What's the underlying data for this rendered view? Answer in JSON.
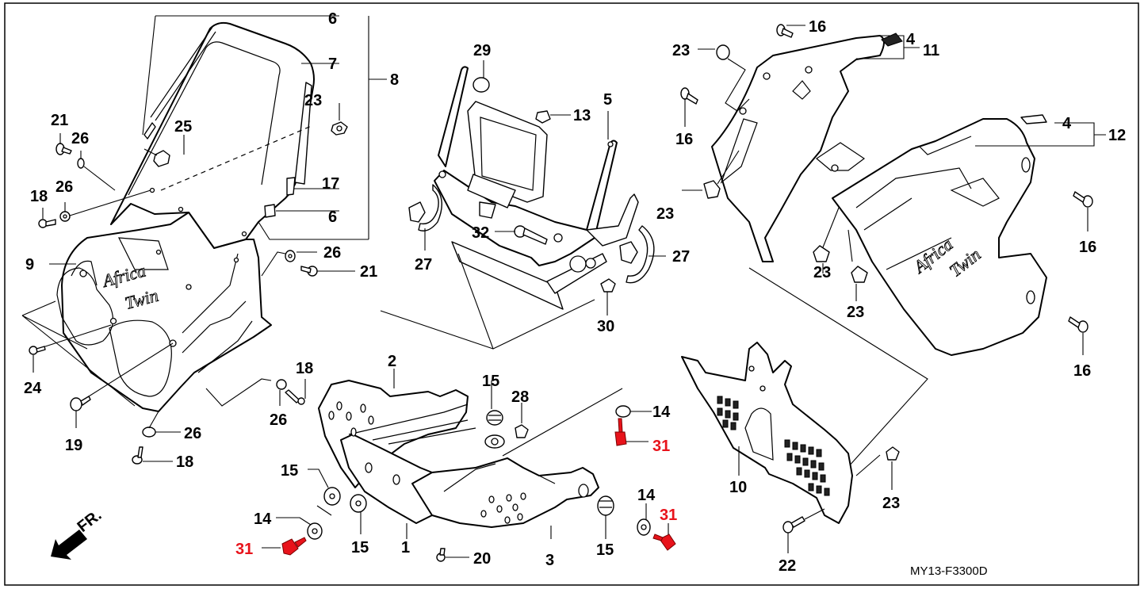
{
  "diagram": {
    "title": "Honda Africa Twin cowl / fairing exploded parts diagram",
    "drawing_code": "MY13-F3300D",
    "direction_indicator": "FR.",
    "logo_text_line1": "Africa",
    "logo_text_line2": "Twin",
    "highlight_color": "#e8131b",
    "line_color": "#000000",
    "background": "#ffffff"
  },
  "callouts": [
    {
      "id": "c6a",
      "label": "6",
      "highlight": false
    },
    {
      "id": "c7",
      "label": "7",
      "highlight": false
    },
    {
      "id": "c8",
      "label": "8",
      "highlight": false
    },
    {
      "id": "c23a",
      "label": "23",
      "highlight": false
    },
    {
      "id": "c17",
      "label": "17",
      "highlight": false
    },
    {
      "id": "c6b",
      "label": "6",
      "highlight": false
    },
    {
      "id": "c21a",
      "label": "21",
      "highlight": false
    },
    {
      "id": "c26a",
      "label": "26",
      "highlight": false
    },
    {
      "id": "c25",
      "label": "25",
      "highlight": false
    },
    {
      "id": "c18a",
      "label": "18",
      "highlight": false
    },
    {
      "id": "c26b",
      "label": "26",
      "highlight": false
    },
    {
      "id": "c9",
      "label": "9",
      "highlight": false
    },
    {
      "id": "c26c",
      "label": "26",
      "highlight": false
    },
    {
      "id": "c21b",
      "label": "21",
      "highlight": false
    },
    {
      "id": "c24",
      "label": "24",
      "highlight": false
    },
    {
      "id": "c19",
      "label": "19",
      "highlight": false
    },
    {
      "id": "c26d",
      "label": "26",
      "highlight": false
    },
    {
      "id": "c18b",
      "label": "18",
      "highlight": false
    },
    {
      "id": "c26e",
      "label": "26",
      "highlight": false
    },
    {
      "id": "c18c",
      "label": "18",
      "highlight": false
    },
    {
      "id": "c29",
      "label": "29",
      "highlight": false
    },
    {
      "id": "c13",
      "label": "13",
      "highlight": false
    },
    {
      "id": "c5",
      "label": "5",
      "highlight": false
    },
    {
      "id": "c27a",
      "label": "27",
      "highlight": false
    },
    {
      "id": "c32",
      "label": "32",
      "highlight": false
    },
    {
      "id": "c27b",
      "label": "27",
      "highlight": false
    },
    {
      "id": "c30",
      "label": "30",
      "highlight": false
    },
    {
      "id": "c16a",
      "label": "16",
      "highlight": false
    },
    {
      "id": "c23b",
      "label": "23",
      "highlight": false
    },
    {
      "id": "c4a",
      "label": "4",
      "highlight": false
    },
    {
      "id": "c11",
      "label": "11",
      "highlight": false
    },
    {
      "id": "c16b",
      "label": "16",
      "highlight": false
    },
    {
      "id": "c4b",
      "label": "4",
      "highlight": false
    },
    {
      "id": "c12",
      "label": "12",
      "highlight": false
    },
    {
      "id": "c23c",
      "label": "23",
      "highlight": false
    },
    {
      "id": "c16c",
      "label": "16",
      "highlight": false
    },
    {
      "id": "c23d",
      "label": "23",
      "highlight": false
    },
    {
      "id": "c23e",
      "label": "23",
      "highlight": false
    },
    {
      "id": "c16d",
      "label": "16",
      "highlight": false
    },
    {
      "id": "c2",
      "label": "2",
      "highlight": false
    },
    {
      "id": "c15a",
      "label": "15",
      "highlight": false
    },
    {
      "id": "c28",
      "label": "28",
      "highlight": false
    },
    {
      "id": "c14a",
      "label": "14",
      "highlight": false
    },
    {
      "id": "c31a",
      "label": "31",
      "highlight": true
    },
    {
      "id": "c15b",
      "label": "15",
      "highlight": false
    },
    {
      "id": "c14b",
      "label": "14",
      "highlight": false
    },
    {
      "id": "c31b",
      "label": "31",
      "highlight": true
    },
    {
      "id": "c15c",
      "label": "15",
      "highlight": false
    },
    {
      "id": "c1",
      "label": "1",
      "highlight": false
    },
    {
      "id": "c20",
      "label": "20",
      "highlight": false
    },
    {
      "id": "c3",
      "label": "3",
      "highlight": false
    },
    {
      "id": "c15d",
      "label": "15",
      "highlight": false
    },
    {
      "id": "c14c",
      "label": "14",
      "highlight": false
    },
    {
      "id": "c31c",
      "label": "31",
      "highlight": true
    },
    {
      "id": "c10",
      "label": "10",
      "highlight": false
    },
    {
      "id": "c23f",
      "label": "23",
      "highlight": false
    },
    {
      "id": "c22",
      "label": "22",
      "highlight": false
    }
  ]
}
